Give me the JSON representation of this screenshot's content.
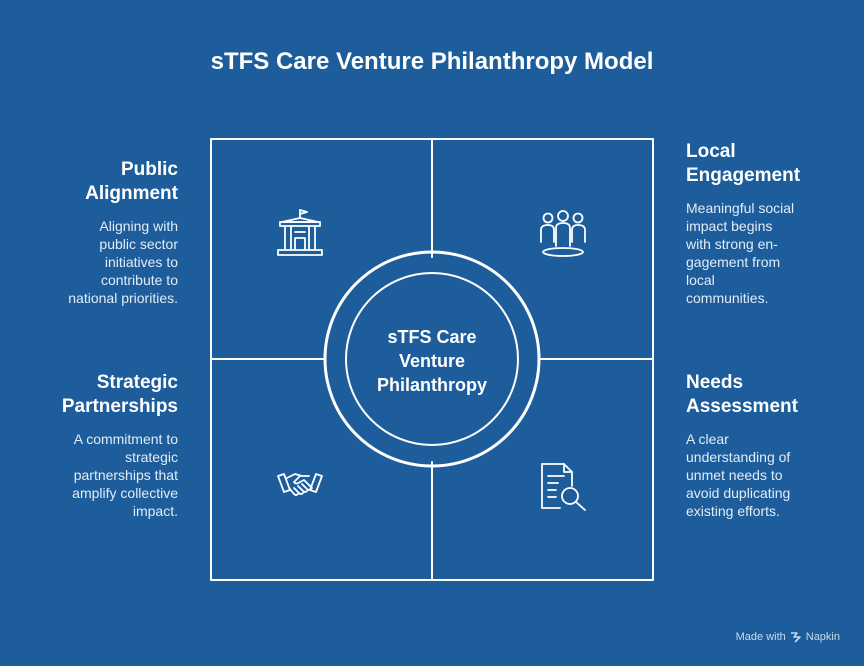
{
  "title": "sTFS Care Venture Philanthropy Model",
  "center": {
    "line1": "sTFS Care",
    "line2": "Venture",
    "line3": "Philanthropy"
  },
  "quadrants": {
    "public_alignment": {
      "title_line1": "Public",
      "title_line2": "Alignment",
      "desc_lines": [
        "Aligning with",
        "public sector",
        "initiatives to",
        "contribute to",
        "national priorities."
      ],
      "icon": "government-building-icon"
    },
    "local_engagement": {
      "title_line1": "Local",
      "title_line2": "Engagement",
      "desc_lines": [
        "Meaningful social",
        "impact begins",
        "with strong en-",
        "gagement from",
        "local",
        "communities."
      ],
      "icon": "community-people-icon"
    },
    "strategic_partnerships": {
      "title_line1": "Strategic",
      "title_line2": "Partnerships",
      "desc_lines": [
        "A commitment to",
        "strategic",
        "partnerships that",
        "amplify collective",
        "impact."
      ],
      "icon": "handshake-icon"
    },
    "needs_assessment": {
      "title_line1": "Needs",
      "title_line2": "Assessment",
      "desc_lines": [
        "A clear",
        "understanding of",
        "unmet needs to",
        "avoid duplicating",
        "existing efforts."
      ],
      "icon": "document-search-icon"
    }
  },
  "footer": {
    "made_with": "Made with",
    "brand": "Napkin"
  },
  "colors": {
    "background": "#1d5d9b",
    "line": "#ffffff"
  }
}
